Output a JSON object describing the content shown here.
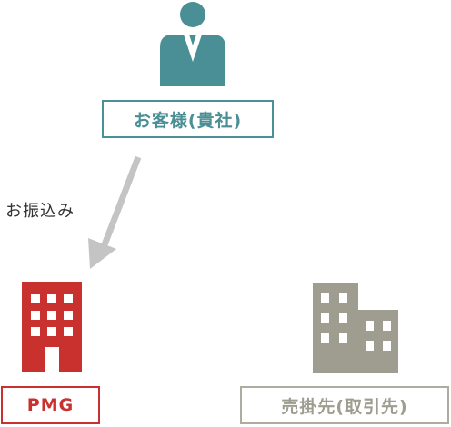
{
  "nodes": {
    "customer": {
      "label": "お客様(貴社)",
      "color": "#4a8f95",
      "icon": "person-icon"
    },
    "pmg": {
      "label": "PMG",
      "color": "#c8312d",
      "icon": "office-building-icon"
    },
    "seller": {
      "label": "売掛先(取引先)",
      "color": "#9e9d90",
      "icon": "buildings-icon"
    }
  },
  "edges": [
    {
      "from": "customer",
      "to": "pmg",
      "label": "お振込み",
      "color": "#c4c4c4"
    }
  ]
}
